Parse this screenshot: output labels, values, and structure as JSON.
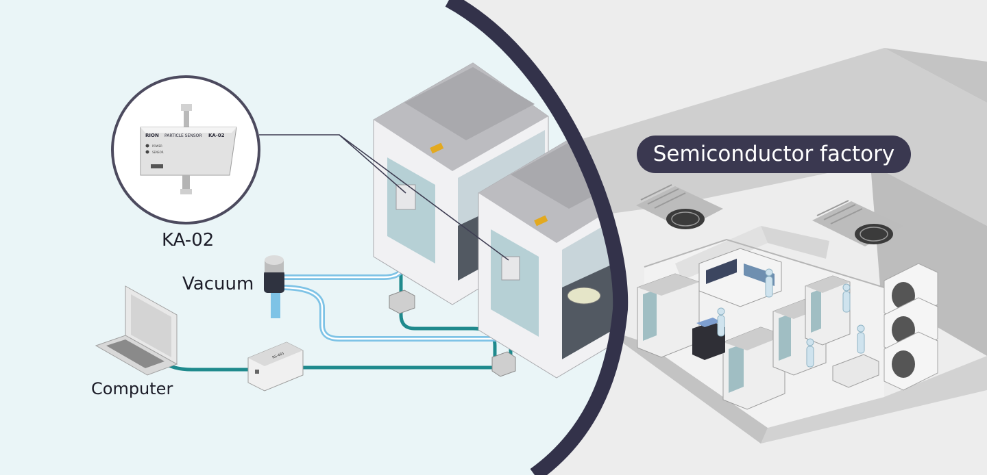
{
  "labels": {
    "sensor_model": "KA-02",
    "vacuum": "Vacuum",
    "computer": "Computer",
    "factory": "Semiconductor factory"
  },
  "sensor_device": {
    "brand": "RION",
    "product": "PARTICLE SENSOR",
    "model": "KA-02",
    "indicator_power": "POWER",
    "indicator_sensor": "SENSOR"
  },
  "converter_box_text": "RS-485",
  "colors": {
    "zoom_background": "#eaf5f7",
    "zoom_border": "#33324a",
    "pill_background": "#3a3850",
    "pill_text": "#ffffff",
    "tube_blue": "#7ec3e6",
    "cable_teal": "#1f8a8d",
    "factory_gray": "#d8d8d8"
  }
}
